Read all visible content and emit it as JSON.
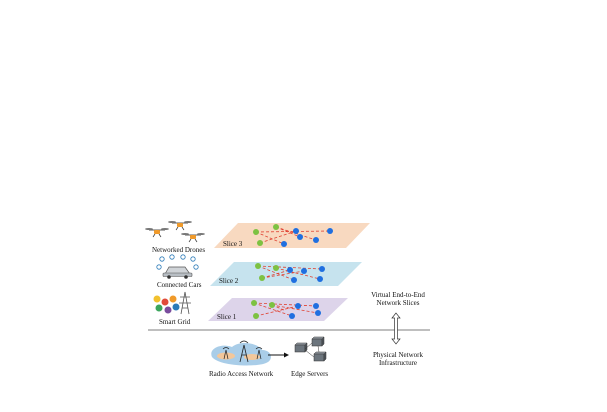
{
  "applications": {
    "drones": "Networked Drones",
    "cars": "Connected Cars",
    "grid": "Smart Grid"
  },
  "slices": {
    "slice3": "Slice 3",
    "slice2": "Slice 2",
    "slice1": "Slice 1"
  },
  "right_labels": {
    "virtual_line1": "Virtual End-to-End",
    "virtual_line2": "Network Slices",
    "physical_line1": "Physical Network",
    "physical_line2": "Infrastructure"
  },
  "bottom_labels": {
    "ran": "Radio Access Network",
    "edge": "Edge Servers"
  },
  "colors": {
    "slice3_plane": "#f8d9c0",
    "slice2_plane": "#c6e3ee",
    "slice1_plane": "#ddd4ea",
    "green_node": "#7dc242",
    "blue_node": "#1f6fe0",
    "link": "#e04030"
  }
}
